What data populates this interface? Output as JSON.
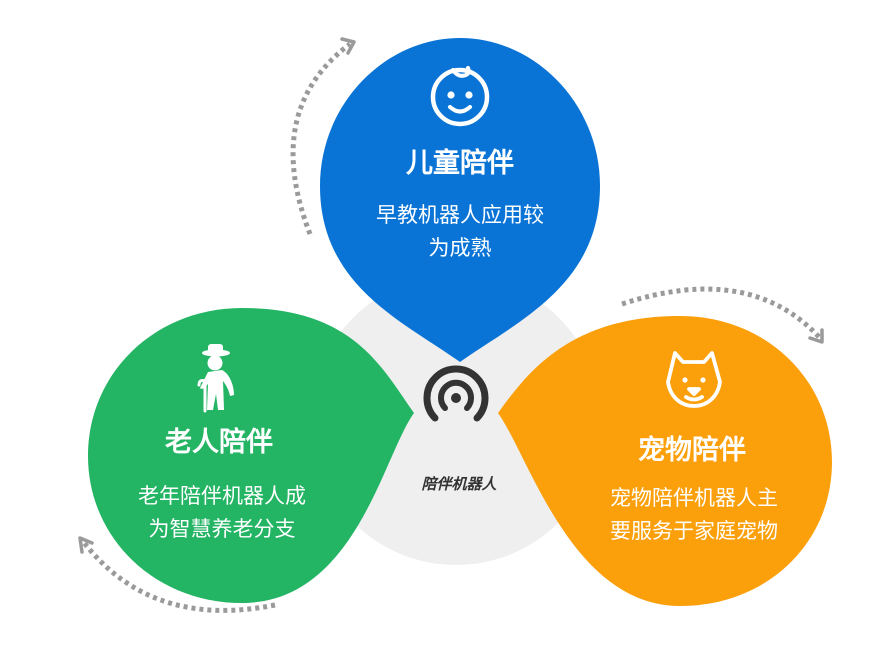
{
  "center": {
    "label": "陪伴机器人",
    "icon": "signal-icon"
  },
  "nodes": [
    {
      "key": "child",
      "icon": "baby-face-icon",
      "color": "#0a74d6",
      "title": "儿童陪伴",
      "desc": [
        "早教机器人应用较",
        "为成熟"
      ]
    },
    {
      "key": "elderly",
      "icon": "elderly-person-icon",
      "color": "#23b464",
      "title": "老人陪伴",
      "desc": [
        "老年陪伴机器人成",
        "为智慧养老分支"
      ]
    },
    {
      "key": "pet",
      "icon": "dog-face-icon",
      "color": "#fb9f0a",
      "title": "宠物陪伴",
      "desc": [
        "宠物陪伴机器人主",
        "要服务于家庭宠物"
      ]
    }
  ],
  "colors": {
    "center_disc": "#efefef",
    "arrows": "#9a9a9a",
    "text": "#ffffff"
  }
}
